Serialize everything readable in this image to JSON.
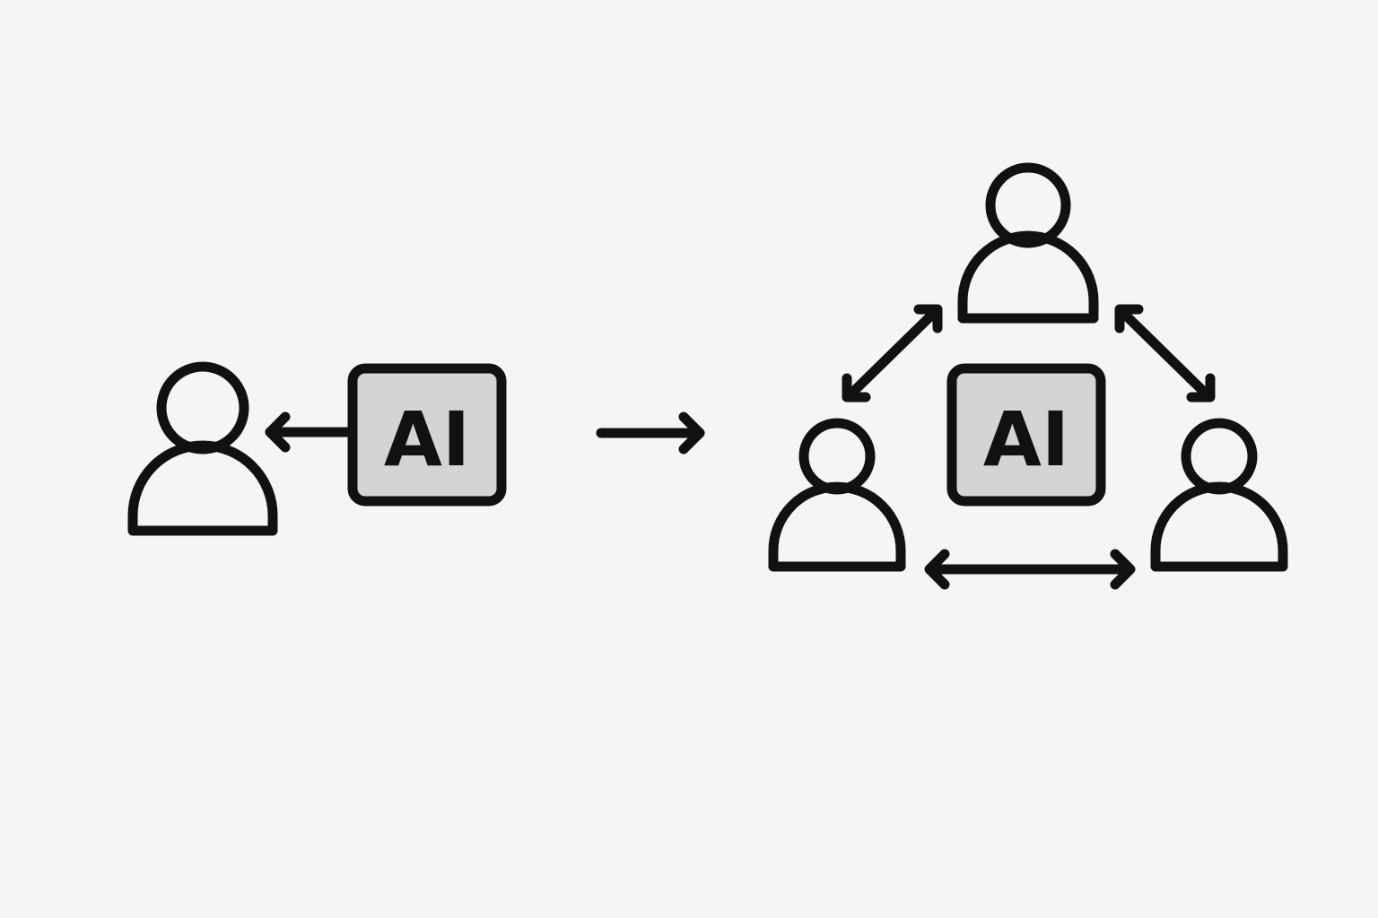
{
  "diagram": {
    "colors": {
      "background": "#f5f5f5",
      "stroke": "#111111",
      "ai_fill": "#d4d4d4"
    },
    "before": {
      "ai_box_label": "AI",
      "person_icon": "person-icon",
      "connection": "ai-to-person"
    },
    "after": {
      "ai_box_label": "AI",
      "person_icons": [
        "person-icon",
        "person-icon",
        "person-icon"
      ],
      "connections": [
        "person-to-person",
        "person-to-person",
        "person-to-person"
      ]
    }
  }
}
